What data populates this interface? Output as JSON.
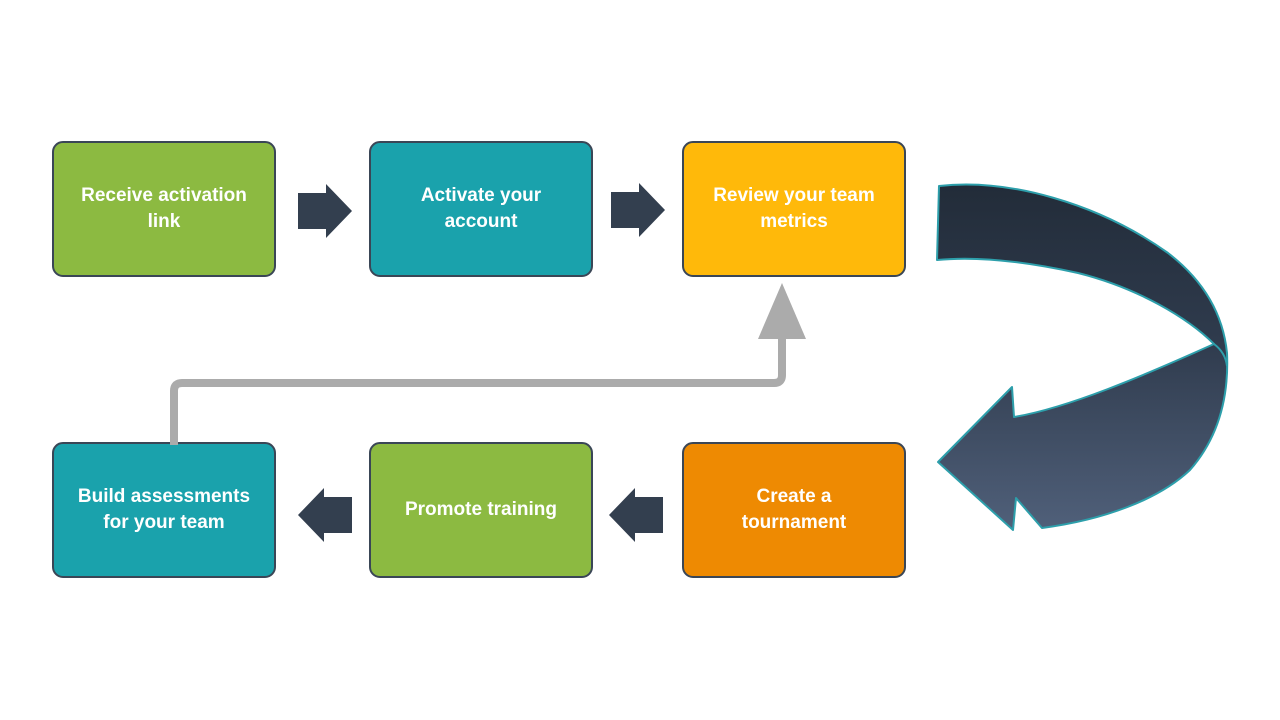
{
  "diagram": {
    "title": "onboarding-flowchart",
    "steps": [
      {
        "label": "Receive activation link",
        "fill": "#8CBA41"
      },
      {
        "label": "Activate your account",
        "fill": "#1AA2AC"
      },
      {
        "label": "Review your team metrics",
        "fill": "#FFB90A"
      },
      {
        "label": "Create a tournament",
        "fill": "#EE8A02"
      },
      {
        "label": "Promote training",
        "fill": "#8CBA41"
      },
      {
        "label": "Build assessments for your team",
        "fill": "#1AA2AC"
      }
    ],
    "colors": {
      "background": "#FFFFFF",
      "box_border": "#3A4656",
      "box_text": "#FFFFFF",
      "block_arrow": "#333F4F",
      "feedback_arrow": "#ABABAB",
      "ribbon_top": "#222C39",
      "ribbon_mid": "#2F3B4D",
      "ribbon_bottom": "#50607A",
      "ribbon_outline": "#2D9FAB"
    }
  }
}
